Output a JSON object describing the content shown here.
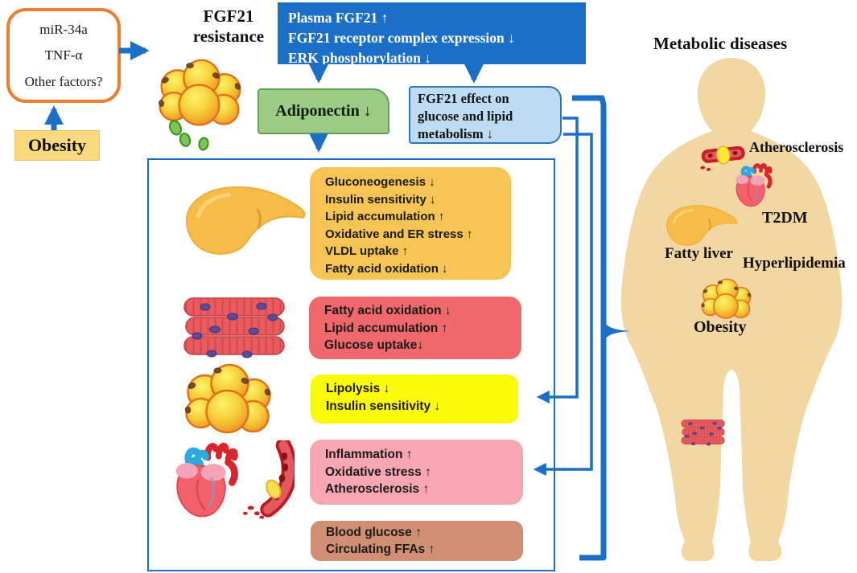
{
  "palette": {
    "arrow_blue": "#1B6FC7",
    "factors_border_orange": "#ED7D31",
    "obesity_box_bg": "#FAD87E",
    "plasma_box_bg": "#1B6FC7",
    "adiponectin_box_bg": "#9CCB85",
    "effect_box_bg": "#BDDCF2",
    "liver_box_bg": "#F6C452",
    "muscle_box_bg": "#F0686C",
    "adipose_box_bg": "#FBFB07",
    "cardio_box_bg": "#F8A6B2",
    "blood_box_bg": "#D08F72",
    "body_silhouette": "#F3D7A3"
  },
  "icons": {
    "adipocyte_cluster": "fat-cell-cluster",
    "secreted_molecules": "green-adiponectin-dots",
    "liver": "liver-illustration",
    "muscle": "skeletal-muscle-fibers",
    "heart": "heart-illustration",
    "vessel": "atherosclerotic-vessel",
    "body": "obese-body-silhouette"
  },
  "upstream": {
    "factors": [
      "miR-34a",
      "TNF-α",
      "Other factors?"
    ],
    "obesity": "Obesity",
    "resistance_line1": "FGF21",
    "resistance_line2": "resistance"
  },
  "plasma_box": [
    "Plasma FGF21 ↑",
    "FGF21 receptor complex expression ↓",
    "ERK phosphorylation ↓"
  ],
  "adiponectin": "Adiponectin ↓",
  "effect_box": [
    "FGF21 effect on",
    "glucose and lipid",
    "metabolism ↓"
  ],
  "organ_boxes": {
    "liver": [
      "Gluconeogenesis ↓",
      "Insulin sensitivity ↓",
      "Lipid accumulation ↑",
      "Oxidative and ER stress ↑",
      "VLDL uptake ↑",
      "Fatty acid oxidation ↓"
    ],
    "muscle": [
      "Fatty acid oxidation ↓",
      "Lipid accumulation ↑",
      "Glucose uptake↓"
    ],
    "adipose": [
      "Lipolysis ↓",
      "Insulin sensitivity ↓"
    ],
    "cardio": [
      "Inflammation ↑",
      "Oxidative stress ↑",
      "Atherosclerosis ↑"
    ],
    "blood": [
      "Blood glucose ↑",
      "Circulating FFAs ↑"
    ]
  },
  "diseases": {
    "title": "Metabolic diseases",
    "atherosclerosis": "Atherosclerosis",
    "t2dm": "T2DM",
    "fatty_liver": "Fatty liver",
    "hyperlipidemia": "Hyperlipidemia",
    "obesity": "Obesity"
  }
}
